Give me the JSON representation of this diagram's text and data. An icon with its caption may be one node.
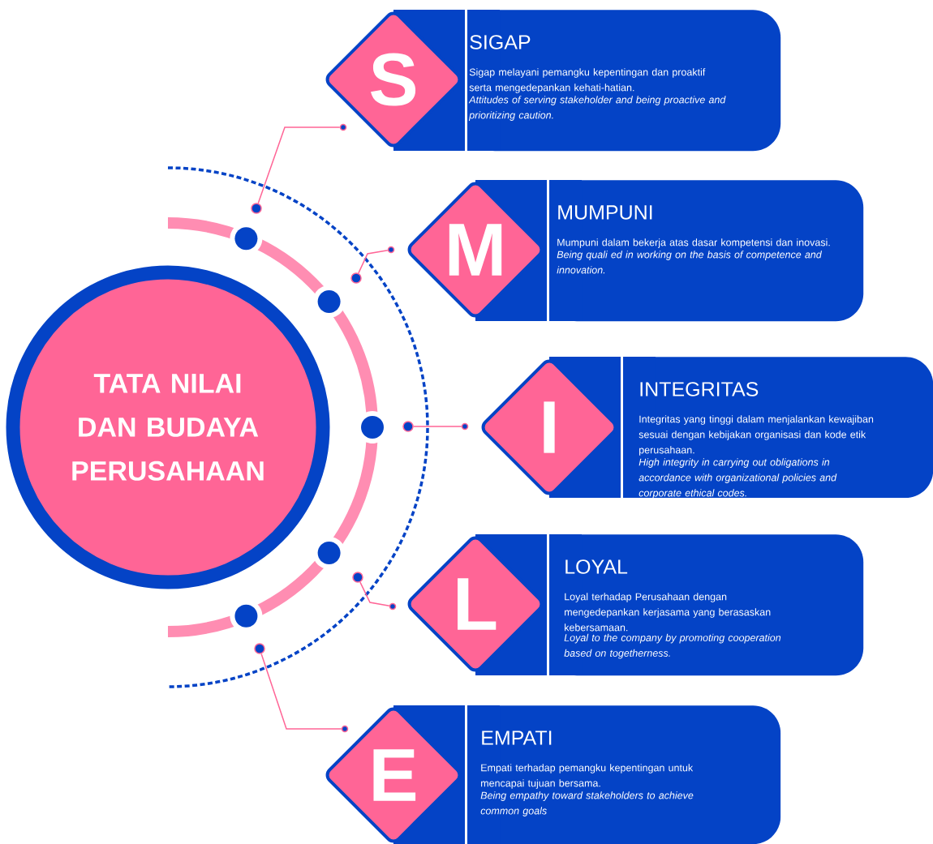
{
  "diagram": {
    "nodes": [
      {
        "text": [
          "TATA NILAI DAN BUDAYA PERUSAHAAN"
        ]
      },
      {
        "text": [],
        "shape": "circle"
      },
      {
        "text": [],
        "shape": "circle"
      },
      {
        "text": [
          "S"
        ]
      },
      {
        "text": [
          "SIGAP",
          "Sigap melayani pemangku kepentingan dan proaktif serta mengedepankan kehati-hatian.",
          "Attitudes of serving stakeholder and being proactive and prioritizing caution."
        ]
      },
      {
        "text": [],
        "shape": "circle"
      },
      {
        "text": [],
        "shape": "circle"
      },
      {
        "text": [
          "M"
        ]
      },
      {
        "text": [
          "MUMPUNI",
          "Mumpuni dalam bekerja atas dasar kompetensi dan inovasi.",
          "Being quali ed in working on the basis of competence and innovation."
        ]
      },
      {
        "text": [],
        "shape": "circle"
      },
      {
        "text": [],
        "shape": "circle"
      },
      {
        "text": [
          "I"
        ]
      },
      {
        "text": [
          "INTEGRITAS",
          "Integritas yang tinggi dalam menjalankan kewajiban sesuai dengan kebijakan organisasi dan kode etik perusahaan.",
          "High integrity in carrying out obligations in accordance with organizational policies and corporate ethical codes."
        ]
      },
      {
        "text": [],
        "shape": "circle"
      },
      {
        "text": [],
        "shape": "circle"
      },
      {
        "text": [
          "L"
        ]
      },
      {
        "text": [
          "LOYAL",
          "Loyal terhadap Perusahaan dengan mengedepankan kerjasama yang berasaskan kebersamaan.",
          "Loyal to the company by promoting cooperation based on togetherness."
        ]
      },
      {
        "text": [],
        "shape": "circle"
      },
      {
        "text": [],
        "shape": "circle"
      },
      {
        "text": [
          "E"
        ]
      },
      {
        "text": [
          "EMPATI",
          "Empati terhadap pemangku kepentingan untuk mencapai tujuan bersama.",
          "Being empathy toward stakeholders to achieve common goals"
        ]
      }
    ],
    "edges": [
      {
        "from": 1,
        "to": 2,
        "arrow": "none"
      },
      {
        "from": 5,
        "to": 6,
        "arrow": "none"
      },
      {
        "from": 9,
        "to": 10,
        "arrow": "none"
      },
      {
        "from": 13,
        "to": 14,
        "arrow": "none"
      },
      {
        "from": 17,
        "to": 18,
        "arrow": "none"
      }
    ]
  }
}
